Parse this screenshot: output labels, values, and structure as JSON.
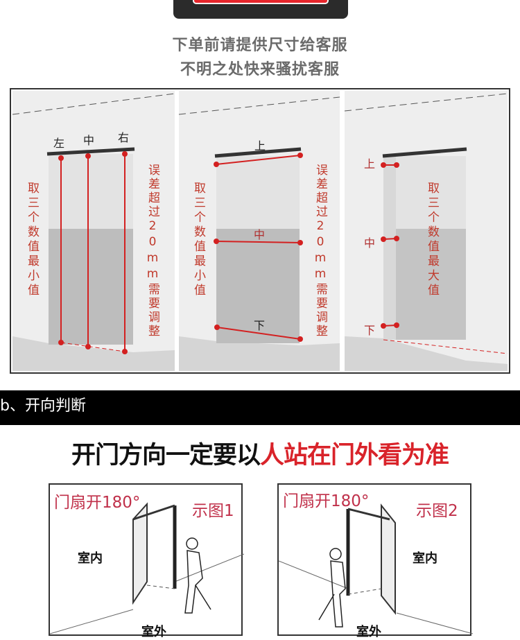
{
  "header": {
    "title_bar_color": "#2b2b2b",
    "title_text_color": "#e8262c",
    "subtitle_line1": "下单前请提供尺寸给客服",
    "subtitle_line2": "不明之处快来骚扰客服"
  },
  "measure_panels": [
    {
      "labels": [
        "左",
        "中",
        "右"
      ],
      "left_note": "取三个数值最小值",
      "right_note": "误差超过20mm需要调整"
    },
    {
      "labels": [
        "上",
        "中",
        "下"
      ],
      "left_note": "取三个数值最小值",
      "right_note": "误差超过20mm需要调整"
    },
    {
      "labels": [
        "上",
        "中",
        "下"
      ],
      "right_note": "取三个数值最大值"
    }
  ],
  "section_b": {
    "band_title": "b、开向判断",
    "headline_black": "开门方向一定要以",
    "headline_red": "人站在门外看为准",
    "accent_color": "#d9232a",
    "diagrams": [
      {
        "open_label": "门扇开180°",
        "caption": "示图1",
        "inside": "室内",
        "outside": "室外"
      },
      {
        "open_label": "门扇开180°",
        "caption": "示图2",
        "inside": "室内",
        "outside": "室外"
      }
    ]
  }
}
